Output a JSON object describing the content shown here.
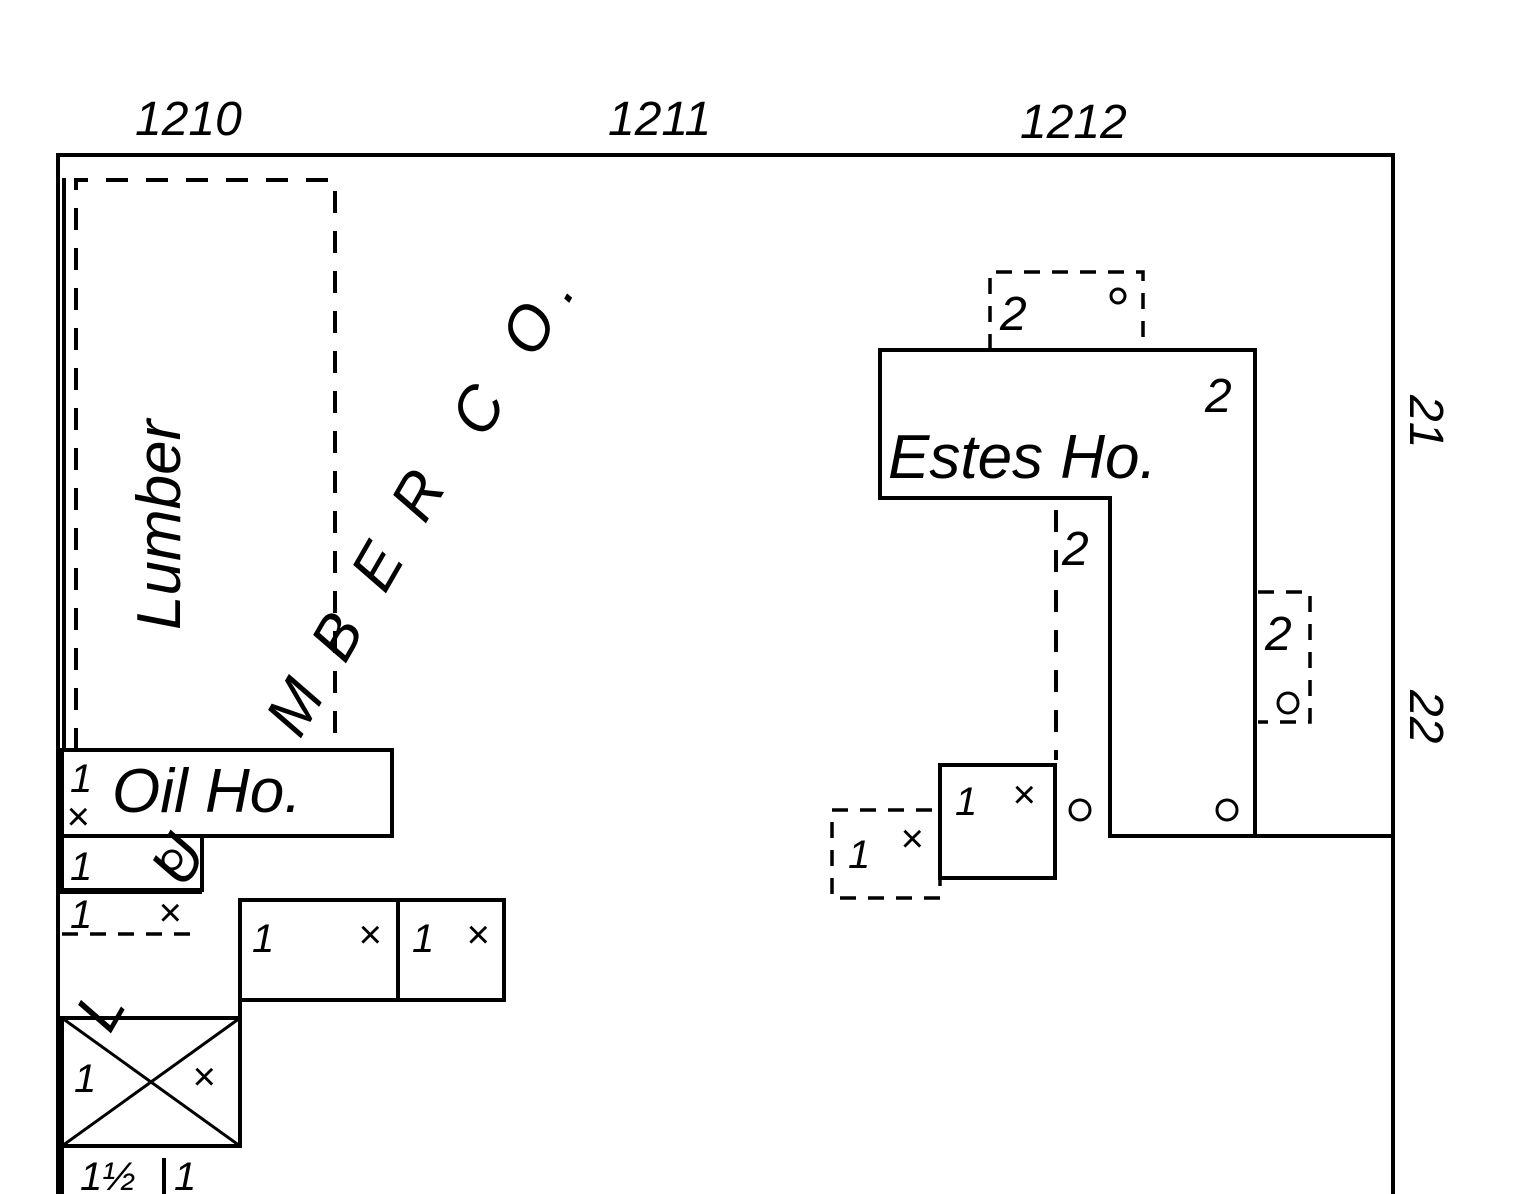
{
  "map": {
    "house_numbers_top": [
      "1210",
      "1211",
      "1212"
    ],
    "house_numbers_side": [
      "21",
      "22"
    ],
    "lumber_co": {
      "company_letters": [
        "L",
        "U",
        "M",
        "B",
        "E",
        "R",
        "C",
        "O",
        "."
      ],
      "yard_label": "Lumber",
      "oil_house_label": "Oil Ho.",
      "stories": {
        "oil_house": "1",
        "shed_a": "1",
        "shed_b": "1",
        "shed_c": "1",
        "shed_d": "1",
        "crossed_building": "1",
        "bottom_left": "1½",
        "bottom_mid": "1"
      }
    },
    "estes_house": {
      "label": "Estes Ho.",
      "stories": {
        "main_corner": "2",
        "top_porch": "2",
        "wing": "2",
        "side_porch": "2",
        "shed_left": "1",
        "shed_far_left": "1"
      }
    },
    "symbols": {
      "frame": "×",
      "dwelling_mark": "o"
    },
    "colors": {
      "ink": "#000000",
      "paper": "#ffffff"
    }
  }
}
